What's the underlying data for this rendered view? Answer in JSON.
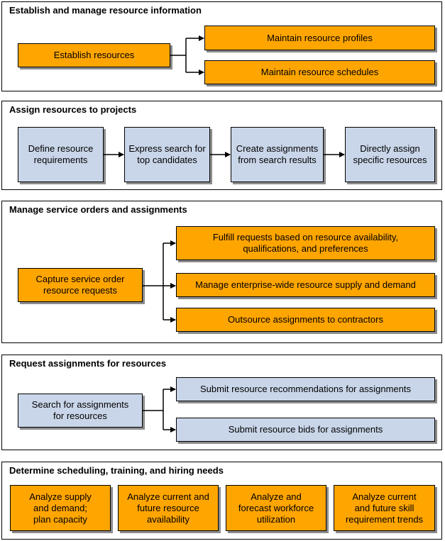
{
  "colors": {
    "orange": "#FFA500",
    "blue": "#C9D6E9",
    "border": "#000000"
  },
  "sections": [
    {
      "title": "Establish and manage resource information",
      "source": "Establish resources",
      "targets": [
        "Maintain resource profiles",
        "Maintain resource schedules"
      ]
    },
    {
      "title": "Assign resources to projects",
      "steps": [
        "Define resource\nrequirements",
        "Express search for\ntop candidates",
        "Create assignments\nfrom search results",
        "Directly assign\nspecific resources"
      ]
    },
    {
      "title": "Manage service orders and assignments",
      "source": "Capture service order\nresource requests",
      "targets": [
        "Fulfill requests based on resource availability,\nqualifications, and preferences",
        "Manage enterprise-wide resource supply and demand",
        "Outsource assignments to contractors"
      ]
    },
    {
      "title": "Request assignments for resources",
      "source": "Search for assignments\nfor resources",
      "targets": [
        "Submit resource recommendations for assignments",
        "Submit resource bids for assignments"
      ]
    },
    {
      "title": "Determine scheduling, training, and hiring needs",
      "items": [
        "Analyze supply\nand demand;\nplan capacity",
        "Analyze current and\nfuture resource\navailability",
        "Analyze and\nforecast workforce\nutilization",
        "Analyze current\nand future skill\nrequirement trends"
      ]
    }
  ]
}
